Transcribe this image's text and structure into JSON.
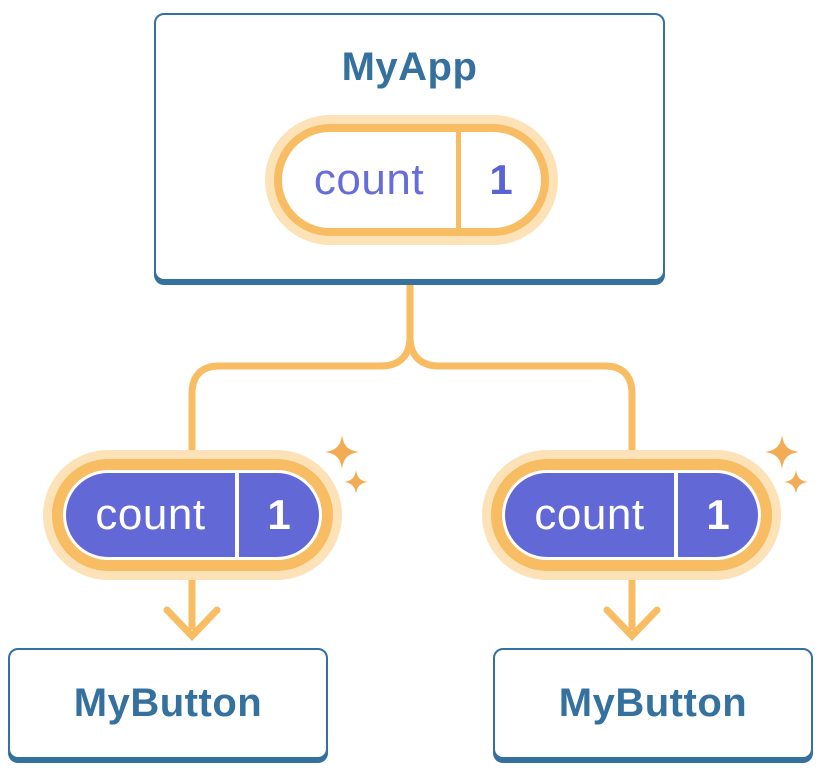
{
  "diagram": {
    "root": {
      "title": "MyApp",
      "state_pill": {
        "name": "count",
        "value": "1"
      }
    },
    "children": [
      {
        "title": "MyButton",
        "prop_pill": {
          "name": "count",
          "value": "1"
        }
      },
      {
        "title": "MyButton",
        "prop_pill": {
          "name": "count",
          "value": "1"
        }
      }
    ],
    "icons": [
      "sparkle-icon",
      "arrow-down-icon"
    ],
    "colors": {
      "blue": "#35719F",
      "orange": "#F8BC63",
      "orange_light": "#FCE2B6",
      "sparkle_orange": "#F1AC55",
      "purple_fill": "#6269D7",
      "purple_text": "#666DDA",
      "white": "#FFFFFF"
    }
  }
}
